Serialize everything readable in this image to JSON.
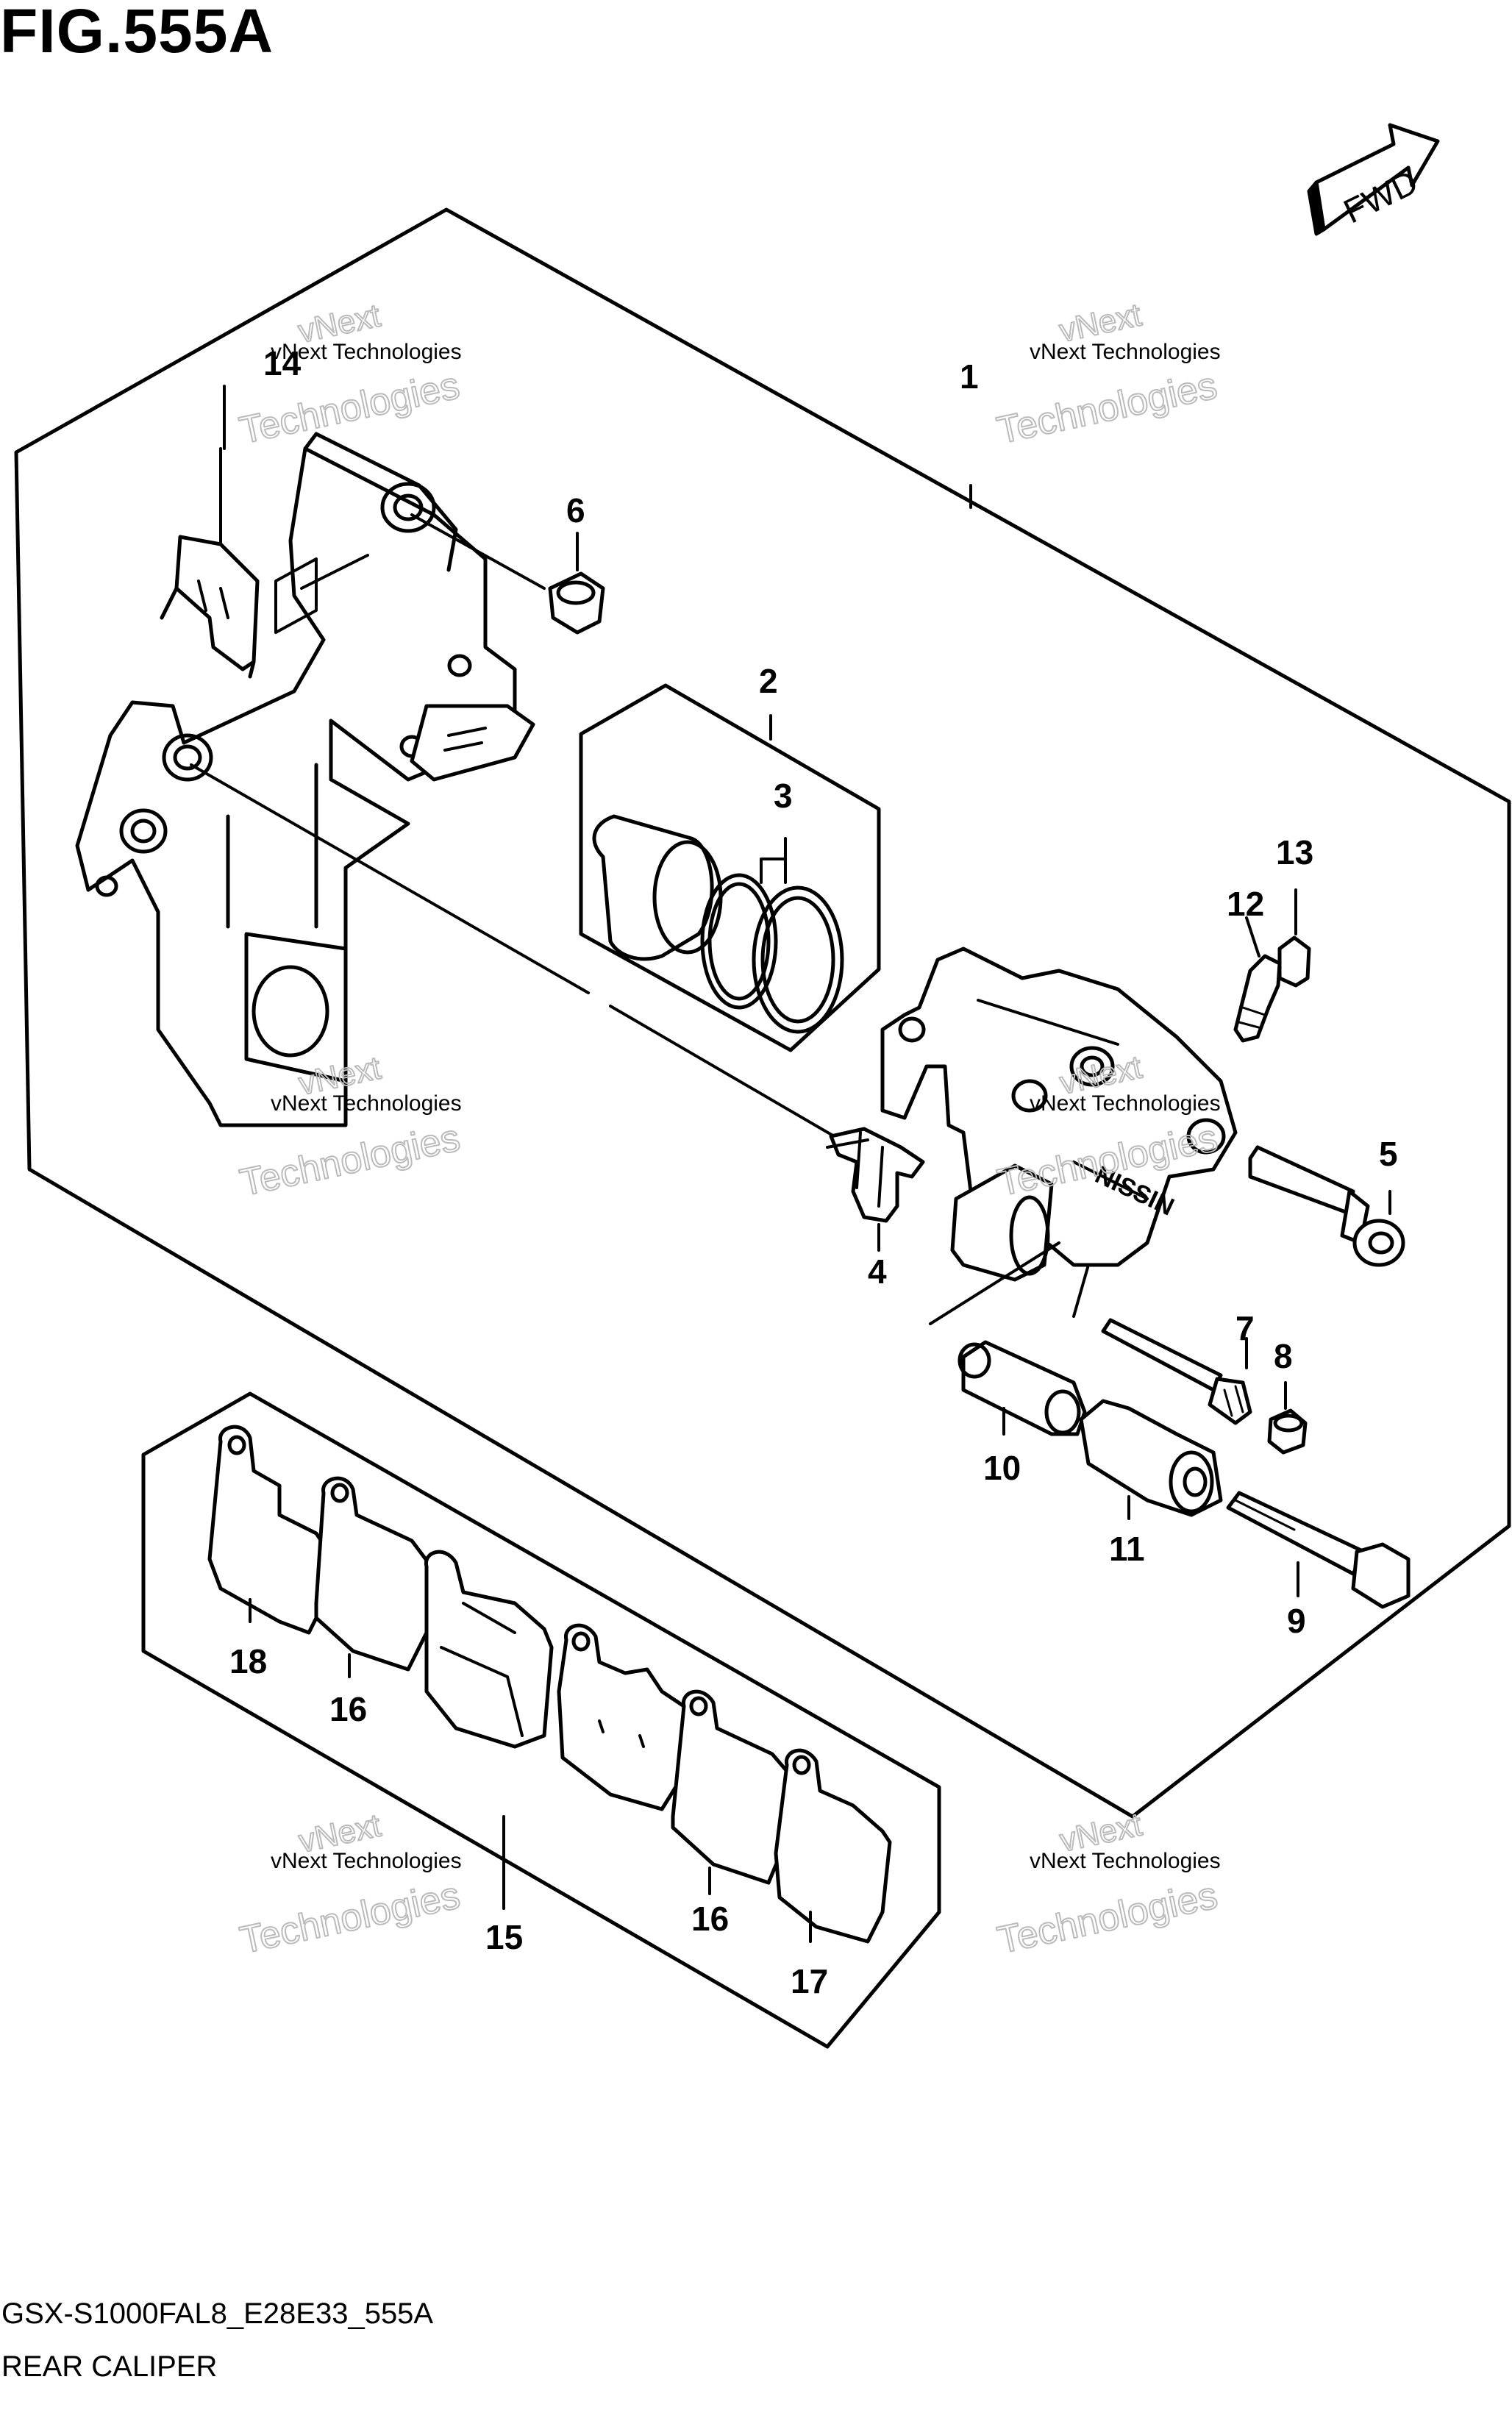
{
  "figure": {
    "title": "FIG.555A",
    "fwd_label": "FWD",
    "code": "GSX-S1000FAL8_E28E33_555A",
    "name": "REAR CALIPER"
  },
  "watermark": {
    "line1": "vNext Technologies",
    "line2": "vNext",
    "line3": "Technologies"
  },
  "callouts": [
    {
      "id": "1",
      "label": "1"
    },
    {
      "id": "2",
      "label": "2"
    },
    {
      "id": "3",
      "label": "3"
    },
    {
      "id": "4",
      "label": "4"
    },
    {
      "id": "5",
      "label": "5"
    },
    {
      "id": "6",
      "label": "6"
    },
    {
      "id": "7",
      "label": "7"
    },
    {
      "id": "8",
      "label": "8"
    },
    {
      "id": "9",
      "label": "9"
    },
    {
      "id": "10",
      "label": "10"
    },
    {
      "id": "11",
      "label": "11"
    },
    {
      "id": "12",
      "label": "12"
    },
    {
      "id": "13",
      "label": "13"
    },
    {
      "id": "14",
      "label": "14"
    },
    {
      "id": "15",
      "label": "15"
    },
    {
      "id": "16a",
      "label": "16"
    },
    {
      "id": "16b",
      "label": "16"
    },
    {
      "id": "17",
      "label": "17"
    },
    {
      "id": "18",
      "label": "18"
    }
  ]
}
